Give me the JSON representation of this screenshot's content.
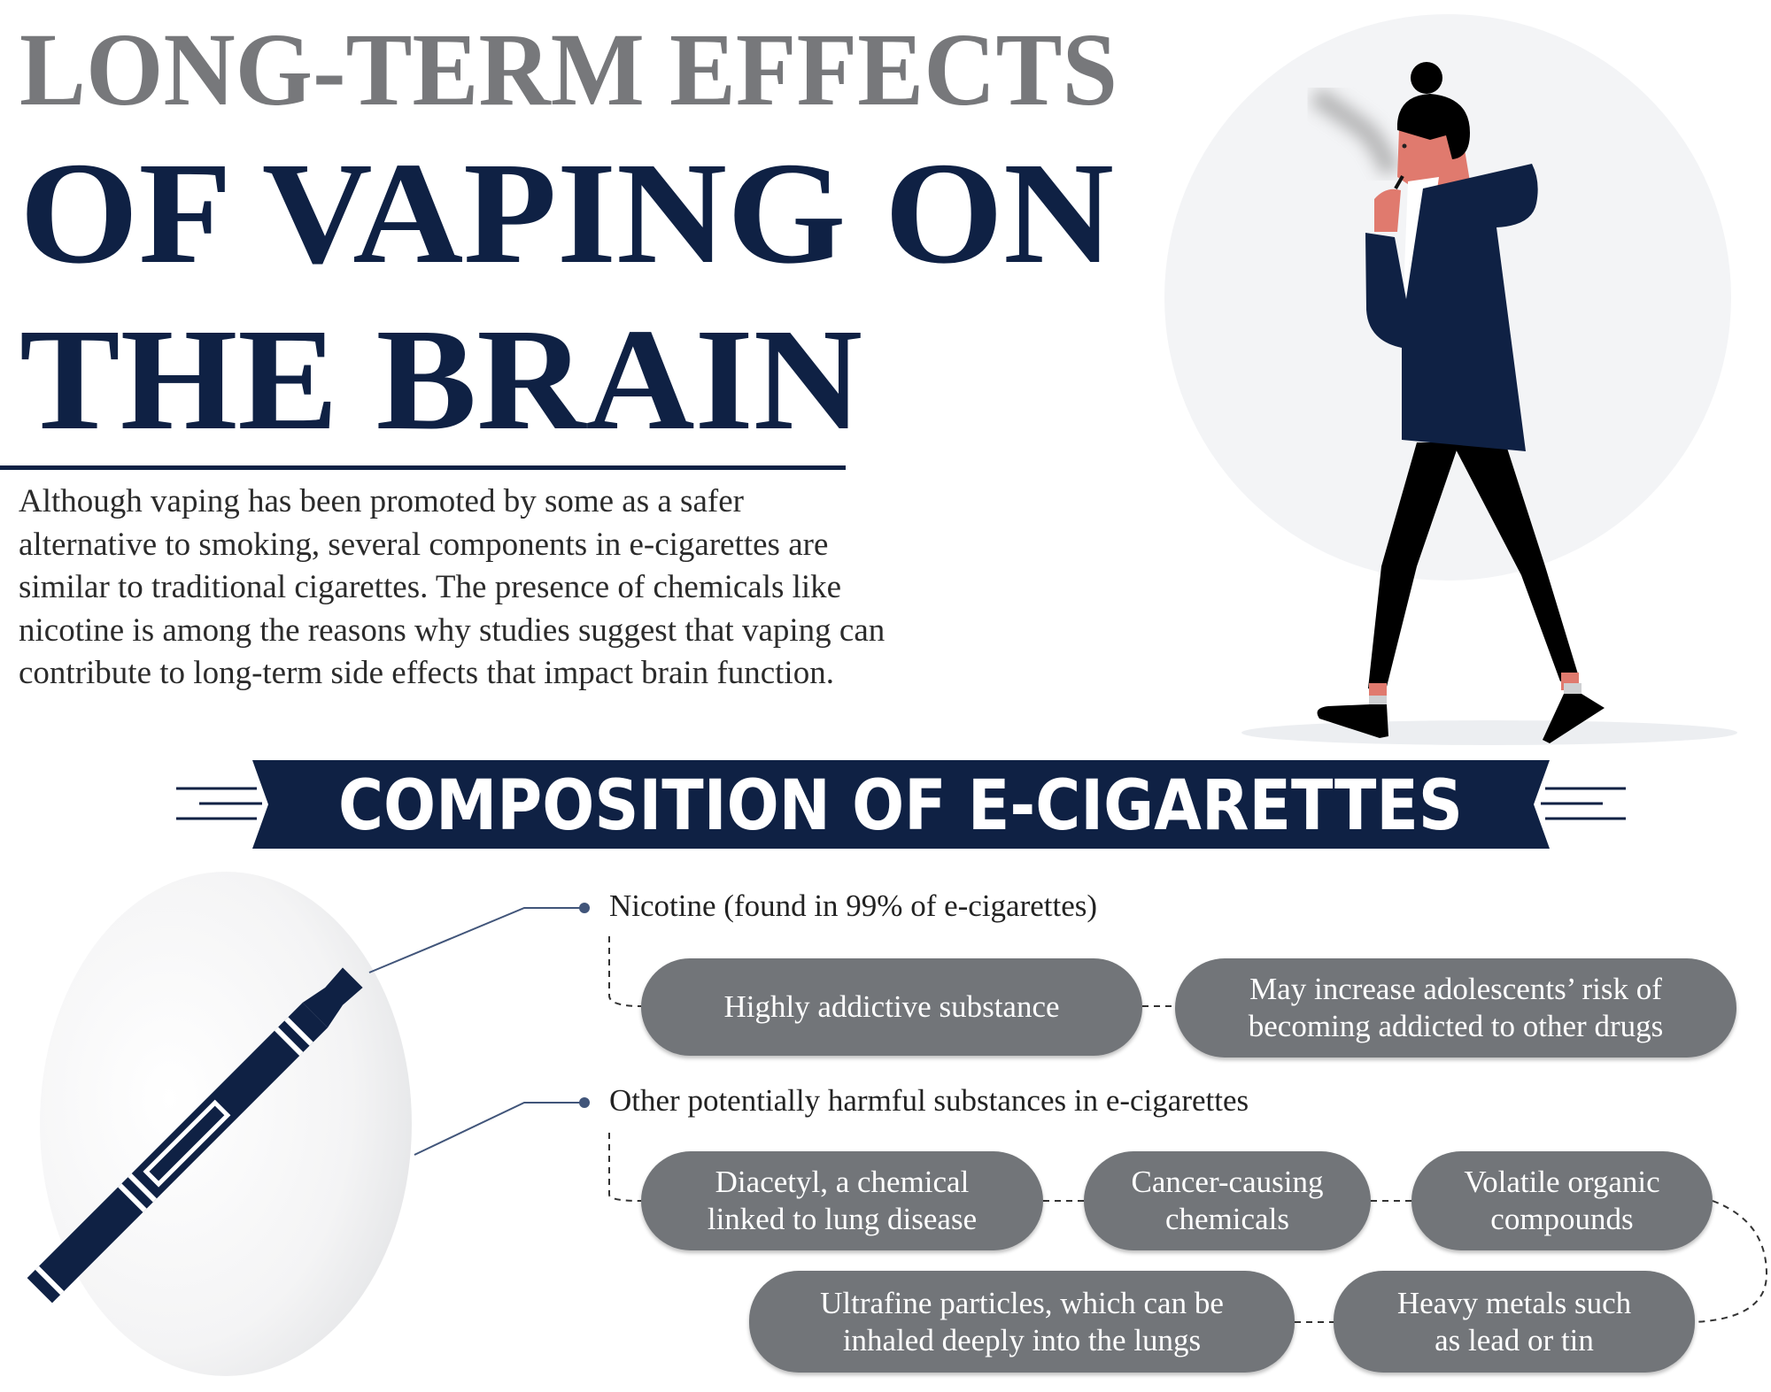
{
  "title": {
    "line1": "LONG-TERM EFFECTS",
    "line2": "OF VAPING ON",
    "line3": "THE BRAIN"
  },
  "intro": {
    "lines": [
      "Although vaping has been promoted by some as a safer",
      "alternative to smoking, several components in e-cigarettes are",
      "similar to traditional cigarettes. The presence of chemicals like",
      "nicotine is among the reasons why studies suggest that vaping can",
      "contribute to long-term side effects that impact brain function."
    ]
  },
  "banner": {
    "title": "COMPOSITION OF E-CIGARETTES"
  },
  "composition": {
    "nicotine": {
      "heading": "Nicotine (found in 99% of e-cigarettes)",
      "items": [
        {
          "lines": [
            "Highly addictive substance"
          ]
        },
        {
          "lines": [
            "May increase adolescents’ risk of",
            "becoming addicted to other drugs"
          ]
        }
      ]
    },
    "other": {
      "heading": "Other potentially harmful substances in e-cigarettes",
      "items": [
        {
          "lines": [
            "Diacetyl, a chemical",
            "linked to lung disease"
          ]
        },
        {
          "lines": [
            "Cancer-causing",
            "chemicals"
          ]
        },
        {
          "lines": [
            "Volatile organic",
            "compounds"
          ]
        },
        {
          "lines": [
            "Ultrafine particles, which can be",
            "inhaled deeply into the lungs"
          ]
        },
        {
          "lines": [
            "Heavy metals such",
            "as lead or tin"
          ]
        }
      ]
    }
  },
  "colors": {
    "navy": "#0f2144",
    "gray_title": "#77787b",
    "pill": "#727579",
    "circle": "#f3f4f6"
  }
}
